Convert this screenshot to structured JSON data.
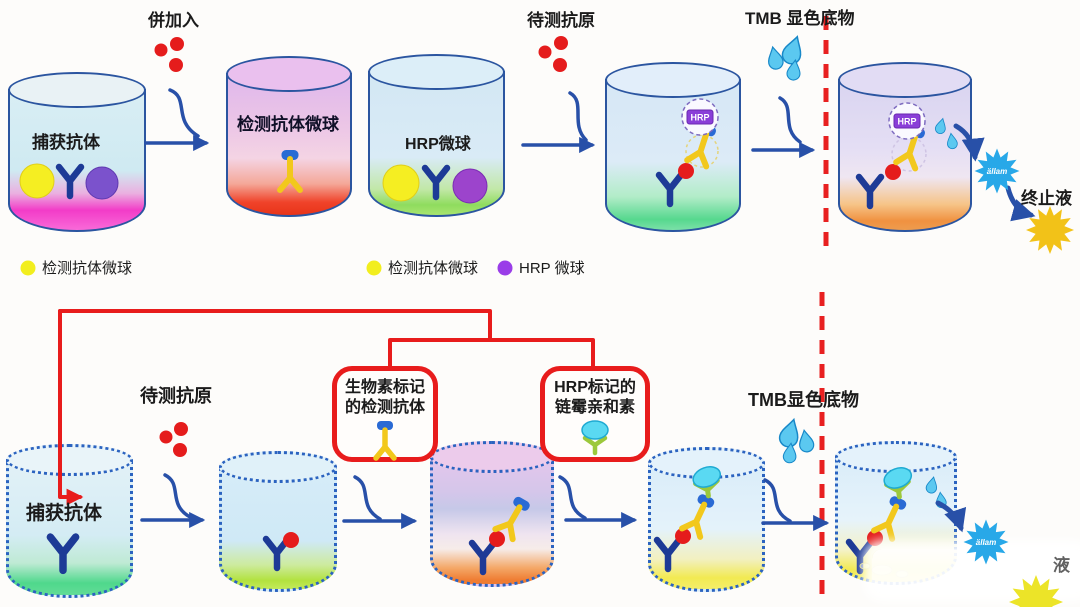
{
  "diagram": {
    "top_row": {
      "step1_label": "併加入",
      "antigen_label": "待测抗原",
      "substrate_label": "TMB 显色底物",
      "stop_label": "终止液",
      "beaker1_label": "捕获抗体",
      "beaker2_label": "检测抗体微球",
      "beaker3_label": "HRP微球",
      "hrp_badge": "HRP",
      "result_burst_text": "ällam"
    },
    "legend": {
      "item1": {
        "label": "检测抗体微球",
        "color": "#f2ee1e"
      },
      "item2": {
        "label": "检测抗体微球",
        "color": "#f2ee1e"
      },
      "item3": {
        "label": "HRP 微球",
        "color": "#9a3de8"
      }
    },
    "bottom_row": {
      "beaker1_label": "捕获抗体",
      "antigen_label": "待测抗原",
      "callout_biotin": {
        "line1": "生物素标记",
        "line2": "的检测抗体"
      },
      "callout_strep": {
        "line1": "HRP标记的",
        "line2": "链霉亲和素"
      },
      "substrate_label": "TMB显色底物",
      "stop_label_partial": "液",
      "result_burst_text": "ällam"
    },
    "palette": {
      "red_line": "#e81c1c",
      "arrow_blue": "#2850a8",
      "beaker_outline": "#2b55a0",
      "antibody_navy": "#1d3a96",
      "antibody_yellow": "#f2c81c",
      "antigen_red": "#e51c1c",
      "hrp_purple": "#8a3ed8",
      "streptavidin_cyan": "#5ad9f2",
      "burst_blue": "#28a8e8",
      "burst_yellow": "#f2c218"
    }
  }
}
